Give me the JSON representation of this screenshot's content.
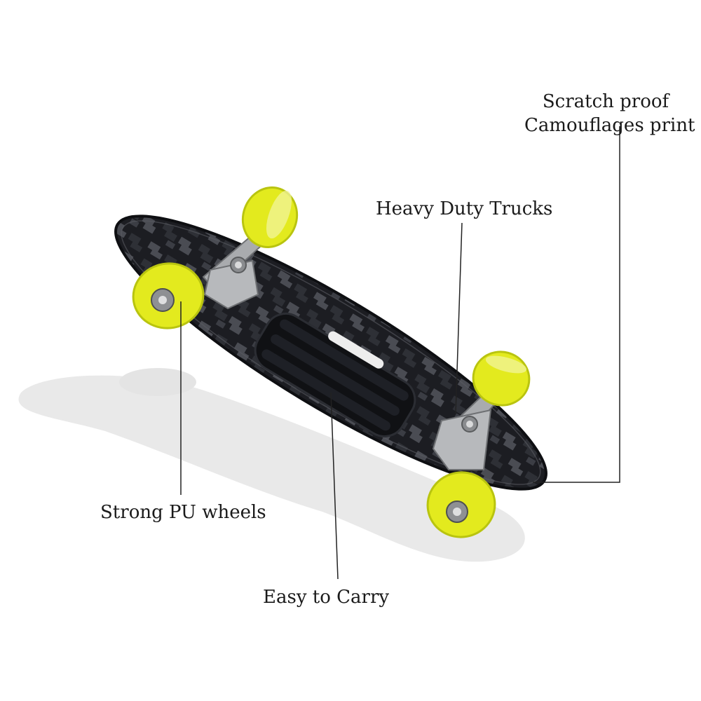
{
  "callouts": {
    "scratch_proof": {
      "line1": "Scratch proof",
      "line2": "Camouflages print"
    },
    "heavy_duty_trucks": "Heavy Duty Trucks",
    "strong_pu_wheels": "Strong PU wheels",
    "easy_to_carry": "Easy to Carry"
  },
  "colors": {
    "background": "#ffffff",
    "deck": "#1c1d22",
    "camo_light": "#4a4c53",
    "camo_mid": "#2e3036",
    "wheel": "#e3ea1e",
    "wheel_edge": "#b9c40f",
    "truck": "#a9abae",
    "shadow": "#e9e9e9",
    "leader_line": "#222222",
    "text": "#1a1a1a"
  }
}
